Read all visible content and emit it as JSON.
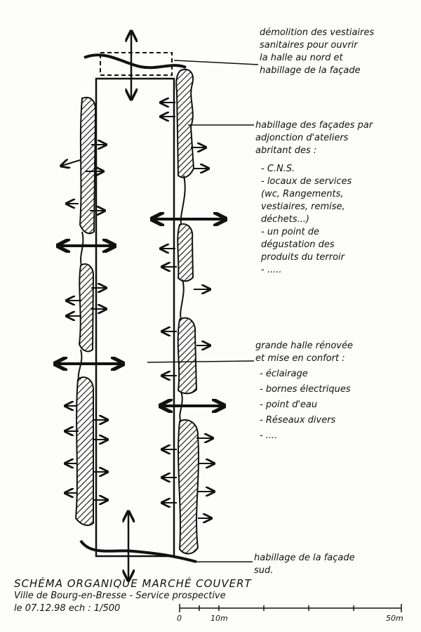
{
  "annotations": {
    "demolition": [
      "démolition des vestiaires",
      "sanitaires pour ouvrir",
      "la halle au nord et",
      "habillage de la façade"
    ],
    "habillage_facades": [
      "habillage des façades par",
      "adjonction d'ateliers",
      "abritant des :"
    ],
    "programme_list": [
      "- C.N.S.",
      "- locaux de services",
      "  (wc, Rangements,",
      "  vestiaires, remise,",
      "  déchets...)",
      "- un point de",
      "  dégustation des",
      "  produits du terroir",
      "- ....."
    ],
    "grande_halle": [
      "grande halle rénovée",
      "et mise en confort :",
      "- éclairage",
      "- bornes électriques",
      "- point d'eau",
      "- Réseaux divers",
      "- ...."
    ],
    "facade_sud": [
      "habillage de la façade",
      "sud."
    ]
  },
  "title_block": {
    "line1": "SCHÉMA ORGANIQUE MARCHÉ COUVERT",
    "line2": "Ville de Bourg-en-Bresse - Service prospective",
    "line3": "le 07.12.98   ech : 1/500"
  },
  "scale_bar": {
    "labels": [
      "0",
      "10m",
      "50m"
    ]
  },
  "colors": {
    "ink": "#111111",
    "paper": "#fdfdfb"
  }
}
